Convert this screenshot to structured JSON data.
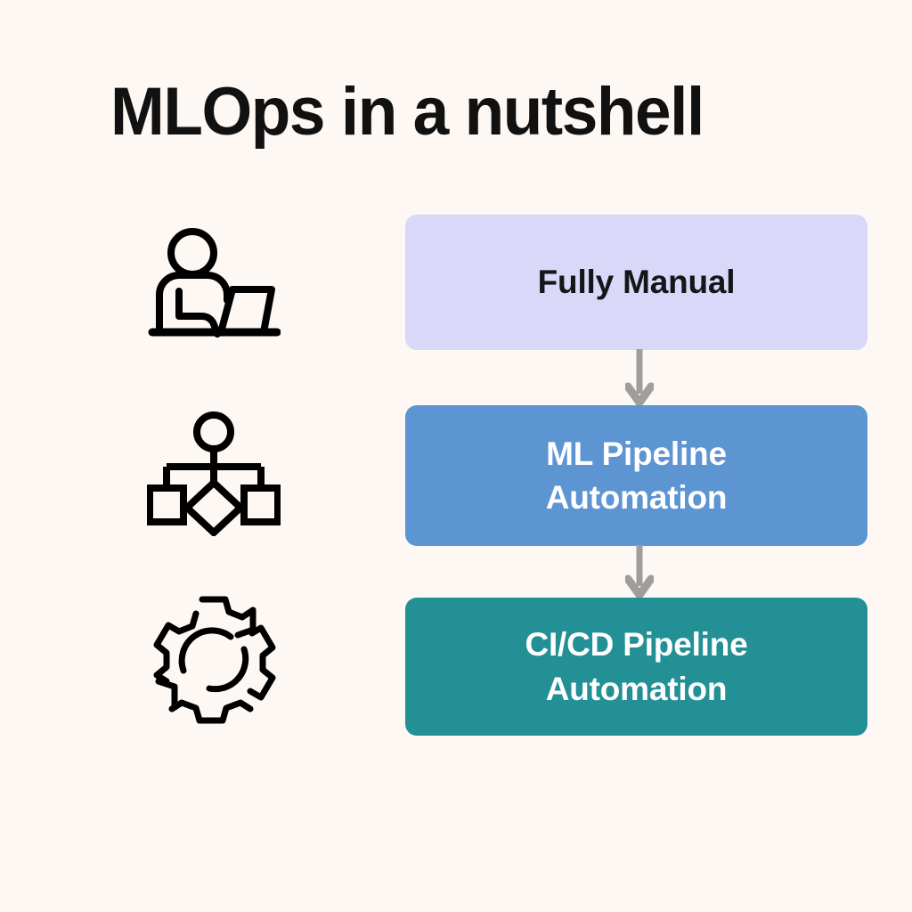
{
  "page": {
    "title": "MLOps in a nutshell",
    "background_color": "#fdf8f4"
  },
  "diagram": {
    "type": "vertical-flow",
    "orientation": "top-to-bottom",
    "connector_color": "#9e9e9e",
    "stages": [
      {
        "id": "fully-manual",
        "label": "Fully Manual",
        "level": 0,
        "fill_color": "#d9d8f8",
        "text_color": "#15161a",
        "icon": "person-at-laptop-icon",
        "icon_color": "#000000"
      },
      {
        "id": "ml-pipeline-automation",
        "label": "ML Pipeline\nAutomation",
        "level": 1,
        "fill_color": "#5d95d2",
        "text_color": "#ffffff",
        "icon": "flowchart-icon",
        "icon_color": "#000000"
      },
      {
        "id": "cicd-pipeline-automation",
        "label": "CI/CD Pipeline\nAutomation",
        "level": 2,
        "fill_color": "#239096",
        "text_color": "#ffffff",
        "icon": "gear-refresh-icon",
        "icon_color": "#000000"
      }
    ],
    "connectors": [
      {
        "from": "fully-manual",
        "to": "ml-pipeline-automation",
        "style": "arrow-down"
      },
      {
        "from": "ml-pipeline-automation",
        "to": "cicd-pipeline-automation",
        "style": "arrow-down"
      }
    ]
  }
}
